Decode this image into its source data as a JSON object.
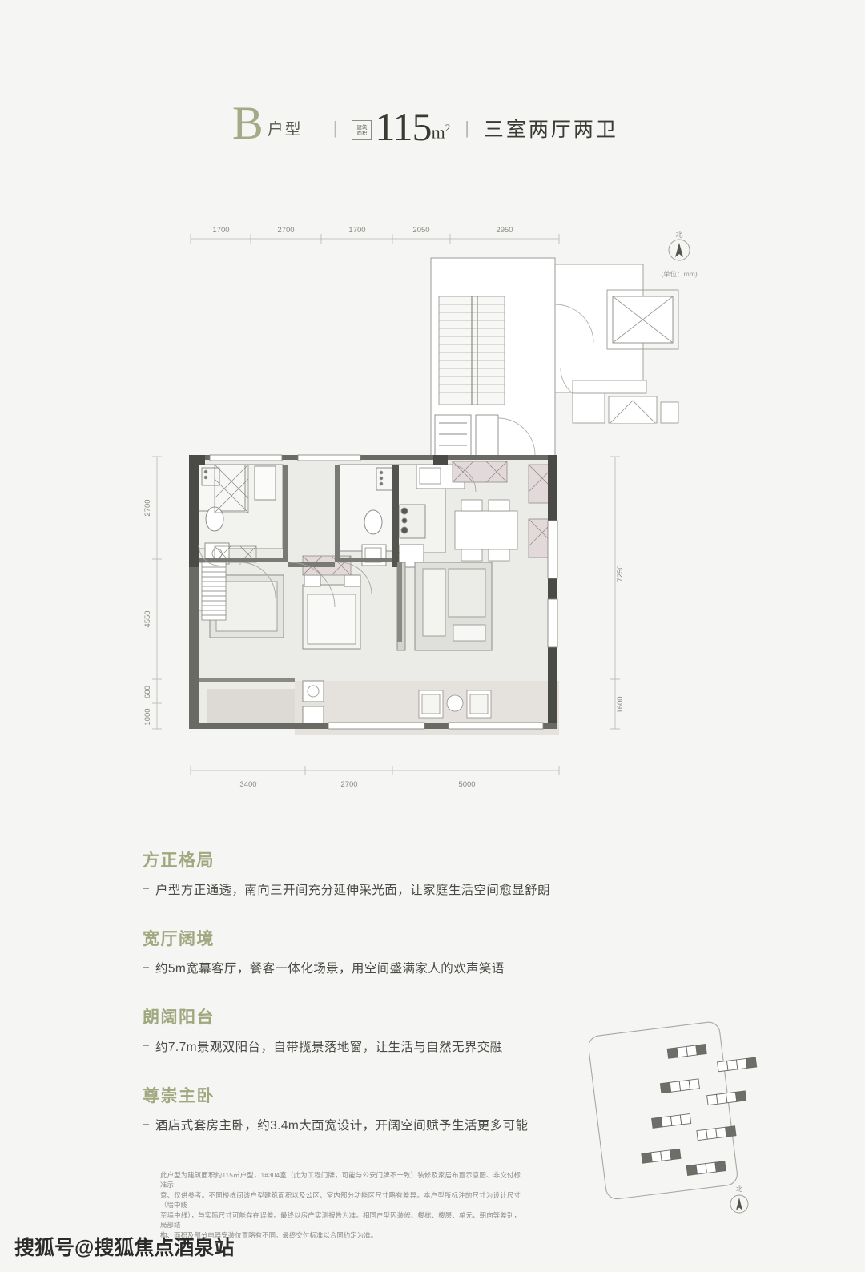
{
  "header": {
    "unit_letter": "B",
    "unit_type_label": "户型",
    "separator": "|",
    "area_badge_line1": "建筑",
    "area_badge_line2": "面积",
    "area_value": "115",
    "area_unit": "m",
    "area_unit_sup": "2",
    "rooms": "三室两厅两卫"
  },
  "plan": {
    "compass_north_label": "北",
    "compass_unit_note": "(单位：mm)",
    "top_dimensions": [
      "1700",
      "2700",
      "1700",
      "2050",
      "2950"
    ],
    "bottom_dimensions": [
      "3400",
      "2700",
      "5000"
    ],
    "left_dimensions": [
      "2700",
      "4550",
      "600",
      "1000"
    ],
    "right_dimensions": [
      "7250",
      "1600"
    ]
  },
  "features": [
    {
      "title": "方正格局",
      "desc": "户型方正通透，南向三开间充分延伸采光面，让家庭生活空间愈显舒朗"
    },
    {
      "title": "宽厅阔境",
      "desc": "约5m宽幕客厅，餐客一体化场景，用空间盛满家人的欢声笑语"
    },
    {
      "title": "朗阔阳台",
      "desc": "约7.7m景观双阳台，自带揽景落地窗，让生活与自然无界交融"
    },
    {
      "title": "尊崇主卧",
      "desc": "酒店式套房主卧，约3.4m大面宽设计，开阔空间赋予生活更多可能"
    }
  ],
  "siteplan": {
    "north_label": "北"
  },
  "disclaimer": {
    "line1": "此户型为建筑面积约115㎡户型，1#304室（此为工程门牌，可能与公安门牌不一致）装修及家居布置示意图、非交付标准示",
    "line2": "意、仅供参考。不同楼栋间该户型建筑面积以及公区、室内部分功能区尺寸略有差异。本户型所标注的尺寸为设计尺寸（墙中线",
    "line3": "至墙中线），与实际尺寸可能存在误差。最终以房产实测报告为准。相同户型因装修、楼栋、楼层、单元、朝向等差别，局部结",
    "line4": "构、面积及部分电器安装位置略有不同。最终交付标准以合同约定为准。"
  },
  "watermark": {
    "text": "搜狐号@搜狐焦点酒泉站",
    "logo_icon": "sohu-logo-icon"
  },
  "colors": {
    "accent_green": "#a0a87f",
    "bg": "#f5f5f3",
    "wall_dark": "#4a4a46",
    "room_fill": "#e8e8e4",
    "balcony_fill": "#ddd8d5"
  }
}
